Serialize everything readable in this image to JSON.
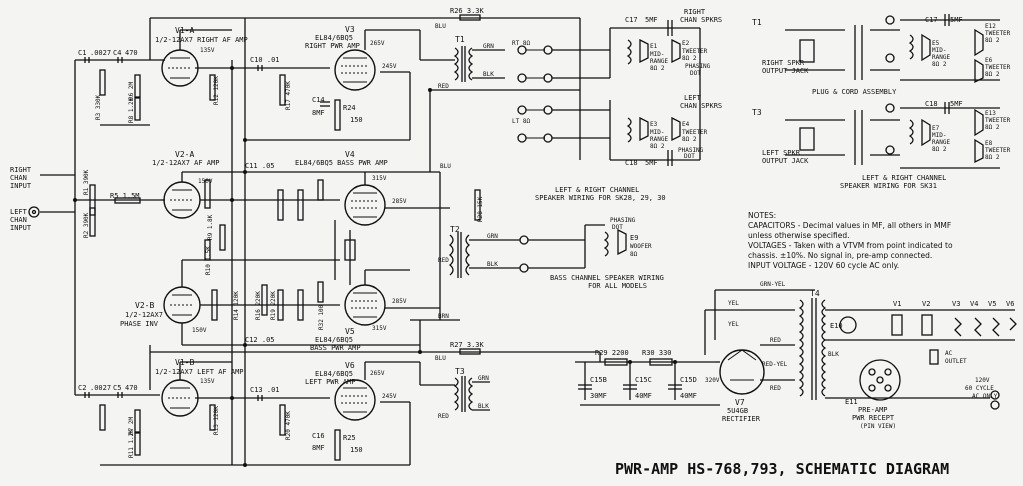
{
  "title": "PWR-AMP HS-768,793, SCHEMATIC DIAGRAM",
  "inputs": {
    "right": [
      "RIGHT",
      "CHAN",
      "INPUT"
    ],
    "left": [
      "LEFT",
      "CHAN",
      "INPUT"
    ]
  },
  "tubes": {
    "v1a": [
      "V1-A",
      "1/2-12AX7 RIGHT AF AMP"
    ],
    "v3": [
      "V3",
      "EL84/6BQ5",
      "RIGHT PWR AMP"
    ],
    "v2a": [
      "V2-A",
      "1/2-12AX7 AF AMP"
    ],
    "v4": [
      "V4",
      "EL84/6BQ5 BASS PWR AMP"
    ],
    "v2b": [
      "V2-B",
      "1/2-12AX7",
      "PHASE INV"
    ],
    "v5": [
      "V5",
      "EL84/6BQ5",
      "BASS PWR AMP"
    ],
    "v1b": [
      "V1-B",
      "1/2-12AX7 LEFT AF AMP"
    ],
    "v6": [
      "V6",
      "EL84/6BQ5",
      "LEFT PWR AMP"
    ],
    "v7": [
      "V7",
      "5U4GB",
      "RECTIFIER"
    ]
  },
  "components": {
    "c1": "C1",
    "c1v": ".0027",
    "c4": "C4",
    "c4v": "470",
    "c2": "C2",
    "c2v": ".0027",
    "c5": "C5",
    "c5v": "470",
    "r3": "R3 330K",
    "r6": "R6 2M",
    "r8": "R8 1.2K",
    "r7": "R7 2M",
    "r11": "R11 1.2K",
    "r5": "R5 1.5M",
    "r1": "R1 390K",
    "r2": "R2 390K",
    "c10": "C10 .01",
    "c13": "C13 .01",
    "c11": "C11 .05",
    "c12": "C12 .05",
    "r26": "R26 3.3K",
    "r27": "R27 3.3K",
    "r29": "R29 2200",
    "r30": "R30 330",
    "c15b": "C15B",
    "c15bv": "30MF",
    "c15c": "C15C",
    "c15cv": "40MF",
    "c15d": "C15D",
    "c15dv": "40MF",
    "r24": "R24",
    "r24v": "150",
    "r25": "R25",
    "r25v": "150",
    "c14": "C14",
    "c14v": "8MF",
    "c16": "C16",
    "c16v": "8MF",
    "r28": "R28 15K",
    "r32": "R32 100",
    "r14": "R14 120K",
    "r16": "R16 220K",
    "r19": "R19 220K",
    "r10": "R10 1.5K",
    "r9": "R9 1.8K",
    "r12": "R12 120K",
    "r17": "R17 470K",
    "r13": "R13 120K",
    "r20": "R20 470K"
  },
  "voltages": {
    "v1a_p": "135V",
    "v3_p": "265V",
    "v3_s": "245V",
    "v2a_p": "150V",
    "v4_p": "315V",
    "v4_s": "285V",
    "v2b_p": "150V",
    "v5_p": "315V",
    "v5_s": "285V",
    "v1b_p": "135V",
    "v6_p": "265V",
    "v6_s": "245V",
    "v7_k": "320V"
  },
  "transformers": {
    "t1": "T1",
    "t2": "T2",
    "t3": "T3",
    "t4": "T4"
  },
  "wire_colors": {
    "blu": "BLU",
    "red": "RED",
    "grn": "GRN",
    "blk": "BLK",
    "brn": "BRN",
    "yel": "YEL",
    "grnyel": "GRN-YEL",
    "redyel": "RED-YEL"
  },
  "speakers": {
    "right_chan": [
      "RIGHT",
      "CHAN SPKRS"
    ],
    "left_chan": [
      "LEFT",
      "CHAN SPKRS"
    ],
    "e1": [
      "E1",
      "MID-",
      "RANGE",
      "8Ω 2"
    ],
    "e2": [
      "E2",
      "TWEETER",
      "8Ω 2"
    ],
    "e3": [
      "E3",
      "MID-",
      "RANGE",
      "8Ω 2"
    ],
    "e4": [
      "E4",
      "TWEETER",
      "8Ω 2"
    ],
    "e9": [
      "E9",
      "WOOFER",
      "8Ω"
    ],
    "phasing": [
      "PHASING",
      "DOT"
    ],
    "c17": "C17",
    "c17v": "5MF",
    "c18": "C18",
    "c18v": "5MF",
    "rt": "RT 8Ω",
    "lt": "LT 8Ω"
  },
  "captions": {
    "lr_wiring": [
      "LEFT & RIGHT CHANNEL",
      "SPEAKER WIRING FOR SK28, 29, 30"
    ],
    "bass_wiring": [
      "BASS CHANNEL SPEAKER WIRING",
      "FOR ALL MODELS"
    ],
    "sk31_wiring": [
      "LEFT & RIGHT CHANNEL",
      "SPEAKER WIRING FOR SK31"
    ],
    "plug_cord": "PLUG & CORD ASSEMBLY",
    "right_jack": [
      "RIGHT SPKR",
      "OUTPUT JACK"
    ],
    "left_jack": [
      "LEFT SPKR",
      "OUTPUT JACK"
    ],
    "e5": [
      "E5",
      "MID-",
      "RANGE",
      "8Ω 2"
    ],
    "e6": [
      "E6",
      "TWEETER",
      "8Ω 2"
    ],
    "e7": [
      "E7",
      "MID-",
      "RANGE",
      "8Ω 2"
    ],
    "e8": [
      "E8",
      "TWEETER",
      "8Ω 2"
    ],
    "e12": [
      "E12",
      "TWEETER",
      "8Ω 2"
    ],
    "e13": [
      "E13",
      "TWEETER",
      "8Ω 2"
    ]
  },
  "notes": [
    "NOTES:",
    "CAPACITORS - Decimal values in MF, all others in MMF",
    "  unless otherwise specified.",
    "VOLTAGES - Taken with a VTVM from point indicated to",
    "  chassis.  ±10%.  No signal in, pre-amp connected.",
    "INPUT VOLTAGE - 120V  60 cycle AC only."
  ],
  "power": {
    "dials": [
      "V1",
      "V2",
      "V3",
      "V4",
      "V5",
      "V6"
    ],
    "ac_outlet": [
      "AC",
      "OUTLET"
    ],
    "ac_only": [
      "120V",
      "60 CYCLE",
      "AC ONLY"
    ],
    "preamp": [
      "PRE-AMP",
      "PWR RECEPT",
      "(PIN VIEW)"
    ],
    "e10": "E10",
    "e11": "E11"
  }
}
